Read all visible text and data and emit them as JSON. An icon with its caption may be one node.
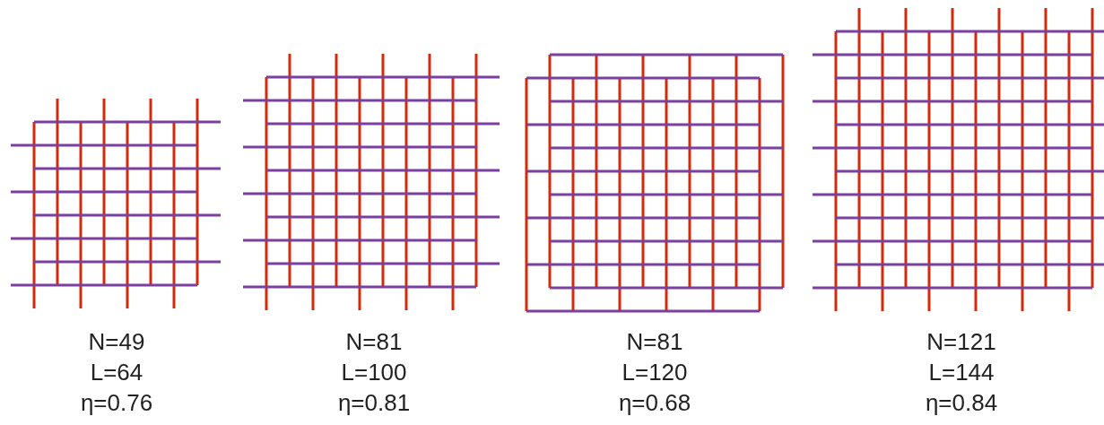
{
  "diagram": {
    "labels": [
      "N=49",
      "N=81",
      "N=81",
      "N=121",
      "L=64",
      "L=100",
      "L=120",
      "L=144",
      "η=0.76",
      "η=0.81",
      "η=0.68",
      "η=0.84"
    ]
  }
}
